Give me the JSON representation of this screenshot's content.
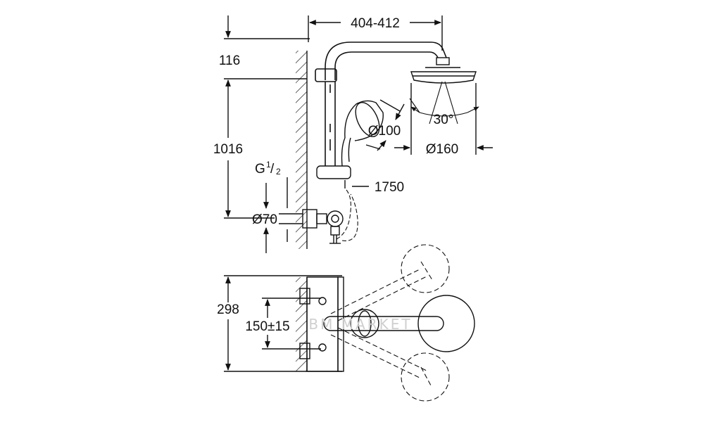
{
  "dimensions": {
    "width_range": "404-412",
    "arm_height": "116",
    "rail_height": "1016",
    "thread_main": "G",
    "thread_fraction_num": "1",
    "thread_fraction_den": "2",
    "escutcheon_diameter": "Ø70",
    "hand_shower_diameter": "Ø100",
    "hose_length": "1750",
    "spray_angle": "30°",
    "head_shower_diameter": "Ø160",
    "total_depth": "298",
    "center_distance": "150±15"
  },
  "watermark": "BM MARKET"
}
